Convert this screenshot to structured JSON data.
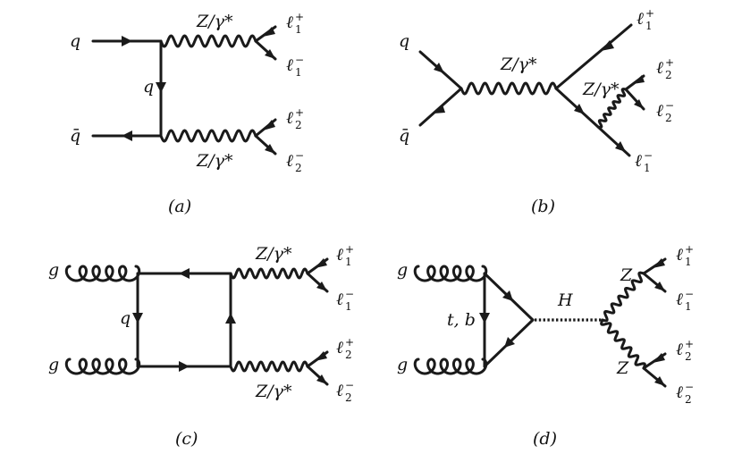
{
  "diagrams": [
    {
      "caption": "(a)",
      "labels": [
        "q",
        "q",
        "q̄",
        "Z/γ*",
        "Z/γ*"
      ],
      "leptons": [
        {
          "base": "ℓ",
          "sub": "1",
          "sup": "+"
        },
        {
          "base": "ℓ",
          "sub": "1",
          "sup": "−"
        },
        {
          "base": "ℓ",
          "sub": "2",
          "sup": "+"
        },
        {
          "base": "ℓ",
          "sub": "2",
          "sup": "−"
        }
      ]
    },
    {
      "caption": "(b)",
      "labels": [
        "q",
        "q̄",
        "Z/γ*",
        "Z/γ*"
      ],
      "leptons": [
        {
          "base": "ℓ",
          "sub": "1",
          "sup": "+"
        },
        {
          "base": "ℓ",
          "sub": "2",
          "sup": "+"
        },
        {
          "base": "ℓ",
          "sub": "2",
          "sup": "−"
        },
        {
          "base": "ℓ",
          "sub": "1",
          "sup": "−"
        }
      ]
    },
    {
      "caption": "(c)",
      "labels": [
        "g",
        "g",
        "q",
        "Z/γ*",
        "Z/γ*"
      ],
      "leptons": [
        {
          "base": "ℓ",
          "sub": "1",
          "sup": "+"
        },
        {
          "base": "ℓ",
          "sub": "1",
          "sup": "−"
        },
        {
          "base": "ℓ",
          "sub": "2",
          "sup": "+"
        },
        {
          "base": "ℓ",
          "sub": "2",
          "sup": "−"
        }
      ]
    },
    {
      "caption": "(d)",
      "labels": [
        "g",
        "g",
        "t, b",
        "H",
        "Z",
        "Z"
      ],
      "leptons": [
        {
          "base": "ℓ",
          "sub": "1",
          "sup": "+"
        },
        {
          "base": "ℓ",
          "sub": "1",
          "sup": "−"
        },
        {
          "base": "ℓ",
          "sub": "2",
          "sup": "+"
        },
        {
          "base": "ℓ",
          "sub": "2",
          "sup": "−"
        }
      ]
    }
  ]
}
